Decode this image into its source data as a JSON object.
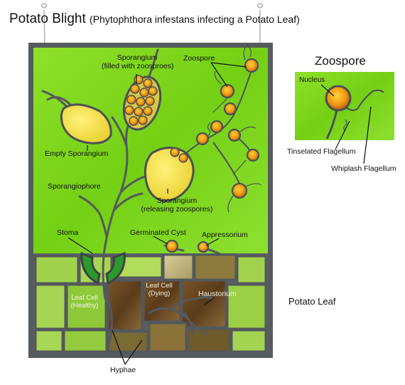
{
  "title": {
    "main": "Potato Blight",
    "sub": "(Phytophthora infestans infecting a Potato Leaf)"
  },
  "inset": {
    "title": "Zoospore",
    "labels": {
      "nucleus": "Nucleus",
      "tinselated": "Tinselated Flagellum",
      "whiplash": "Whiplash Flagellum"
    }
  },
  "labels": {
    "sporangium_full_1": "Sporangium",
    "sporangium_full_2": "(filled with zoosproes)",
    "zoospore": "Zoospore",
    "empty_sporangium": "Empty Sporangium",
    "sporangiophore": "Sporangiophore",
    "sporangium_releasing_1": "Sporangium",
    "sporangium_releasing_2": "(releasing zoospores)",
    "stoma": "Stoma",
    "germinated_cyst": "Germinated Cyst",
    "appressorium": "Appressorium",
    "leaf_cell_healthy_1": "Leaf Cell",
    "leaf_cell_healthy_2": "(Healthy)",
    "leaf_cell_dying_1": "Leaf Cell",
    "leaf_cell_dying_2": "(Dying)",
    "haustorium": "Haustorium",
    "hyphae": "Hyphae",
    "potato_leaf": "Potato Leaf"
  },
  "colors": {
    "glass_green": "#7fd21a",
    "frame": "#5a5f63",
    "leaf_cell_green": "#9ccf45",
    "dying_brown": "#6b4a23",
    "sporangium_yellow": "#f2e24a",
    "spore_orange": "#e07a10",
    "stoma_green": "#2a9a2a"
  }
}
